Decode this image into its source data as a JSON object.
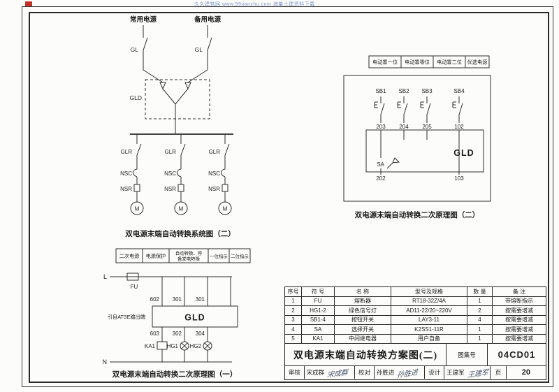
{
  "page": {
    "watermark": "久久建筑网 www.99jianzhu.com 海量土建资料下载"
  },
  "sys": {
    "title": "双电源末端自动转换系统图（二）",
    "src_left": "常用电源",
    "src_right": "备用电源",
    "gl": "GL",
    "gld": "GLD",
    "glr": "GLR",
    "nsc": "NSC",
    "nsr": "NSR",
    "m": "M"
  },
  "s2": {
    "title": "双电源末端自动转换二次原理图（二）",
    "h": [
      "电动置一位",
      "电动置零位",
      "电动置二位",
      "优选电源"
    ],
    "sb": [
      "SB1",
      "SB2",
      "SB3",
      "SB4"
    ],
    "t_top": [
      "203",
      "204",
      "205",
      "102"
    ],
    "t_bot": [
      "202",
      "103"
    ],
    "sa": "SA",
    "gld": "GLD"
  },
  "s1": {
    "title": "双电源末端自动转换二次原理图（一）",
    "h1": "二次电源",
    "h2": "电源保护",
    "h3a": "自动转换、停",
    "h3b": "备发电转换",
    "h4": "一位指示",
    "h5": "二位指示",
    "l": "L",
    "n": "N",
    "fu": "FU",
    "note": "引自ATSE输出端",
    "t_top": [
      "602",
      "301",
      "301"
    ],
    "t_bot": [
      "603",
      "302",
      "304"
    ],
    "ka1": "KA1",
    "hg1": "HG1",
    "hg2": "HG2",
    "gld": "GLD"
  },
  "parts_table": {
    "headers": [
      "序号",
      "符 号",
      "名 称",
      "型号及规格",
      "数 量",
      "备 注"
    ],
    "rows": [
      [
        "1",
        "FU",
        "熔断器",
        "RT18-32Z/4A",
        "1",
        "带熔断指示"
      ],
      [
        "2",
        "HG1-2",
        "绿色信号灯",
        "AD11-22/20~220V",
        "2",
        "按需要增减"
      ],
      [
        "3",
        "SB1-4",
        "按钮开关",
        "LAY3-11",
        "4",
        "按需要增减"
      ],
      [
        "4",
        "SA",
        "选择开关",
        "K2SS1-11R",
        "1",
        "按需要增减"
      ],
      [
        "5",
        "KA1",
        "中间继电器",
        "用户自备",
        "1",
        "按需要增减"
      ]
    ]
  },
  "title_block": {
    "title": "双电源末端自动转换方案图(二)",
    "atlas_label": "图集号",
    "atlas_no": "04CD01",
    "page_label": "页",
    "page_no": "20",
    "fields": [
      {
        "label": "审核",
        "name": "宋成群",
        "sig": "宋成群"
      },
      {
        "label": "校对",
        "name": "孙胜进",
        "sig": "孙胜进"
      },
      {
        "label": "设计",
        "name": "王建军",
        "sig": "王建军"
      }
    ]
  }
}
